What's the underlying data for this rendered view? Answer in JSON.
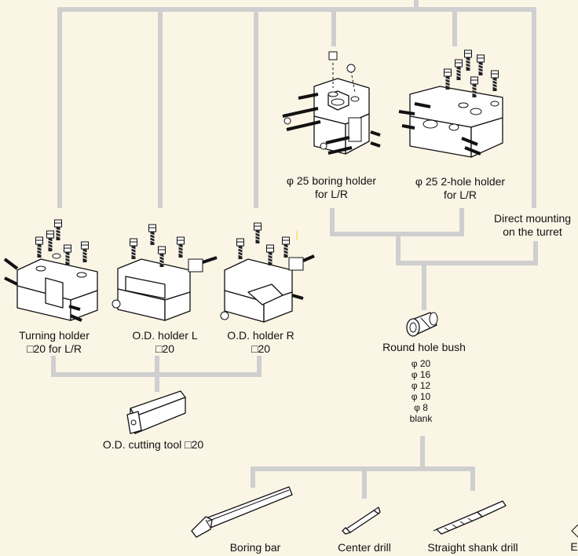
{
  "colors": {
    "background": "#fbf5e6",
    "connector": "#cfcfcf",
    "ink": "#111111",
    "accent": "#f2e36b"
  },
  "labels": {
    "boring_holder": [
      "φ 25 boring holder",
      "for L/R"
    ],
    "two_hole_holder": [
      "φ 25  2-hole holder",
      "for L/R"
    ],
    "direct_mounting": [
      "Direct mounting",
      "on the turret"
    ],
    "turning_holder": [
      "Turning holder",
      "□20  for L/R"
    ],
    "od_holder_l": [
      "O.D. holder L",
      "□20"
    ],
    "od_holder_r": [
      "O.D. holder R",
      "□20"
    ],
    "round_hole_bush": "Round hole bush",
    "bush_sizes": [
      "φ 20",
      "φ 16",
      "φ 12",
      "φ 10",
      "φ 8",
      "blank"
    ],
    "od_cutting_tool": "O.D. cutting tool □20",
    "boring_bar": "Boring bar",
    "center_drill": "Center drill",
    "straight_shank_drill": "Straight shank drill",
    "edge_fragment": "E"
  },
  "icons": [
    "boring-holder-icon",
    "two-hole-holder-icon",
    "turning-holder-icon",
    "od-holder-l-icon",
    "od-holder-r-icon",
    "round-hole-bush-icon",
    "od-cutting-tool-icon",
    "boring-bar-icon",
    "center-drill-icon",
    "straight-shank-drill-icon"
  ]
}
